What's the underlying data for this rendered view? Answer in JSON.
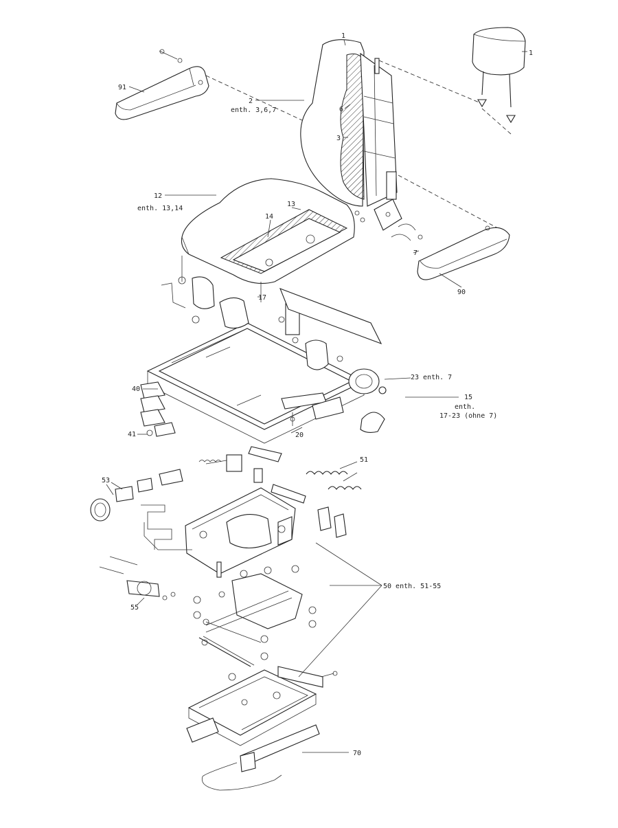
{
  "callouts": {
    "c1_top": "1",
    "c1_headrest": "1",
    "c2": "2",
    "c2_sub": "enth. 3,6,7",
    "c6": "6",
    "c3": "3",
    "c91": "91",
    "c12": "12",
    "c12_sub": "enth. 13,14",
    "c13": "13",
    "c14": "14",
    "c7": "7",
    "c90": "90",
    "c17": "17",
    "c23": "23 enth. 7",
    "c15": "15",
    "c15_sub1": "enth.",
    "c15_sub2": "17-23 (ohne 7)",
    "c40": "40",
    "c41": "41",
    "c20": "20",
    "c51": "51",
    "c53": "53",
    "c50": "50 enth. 51-55",
    "c55": "55",
    "c70": "70"
  }
}
